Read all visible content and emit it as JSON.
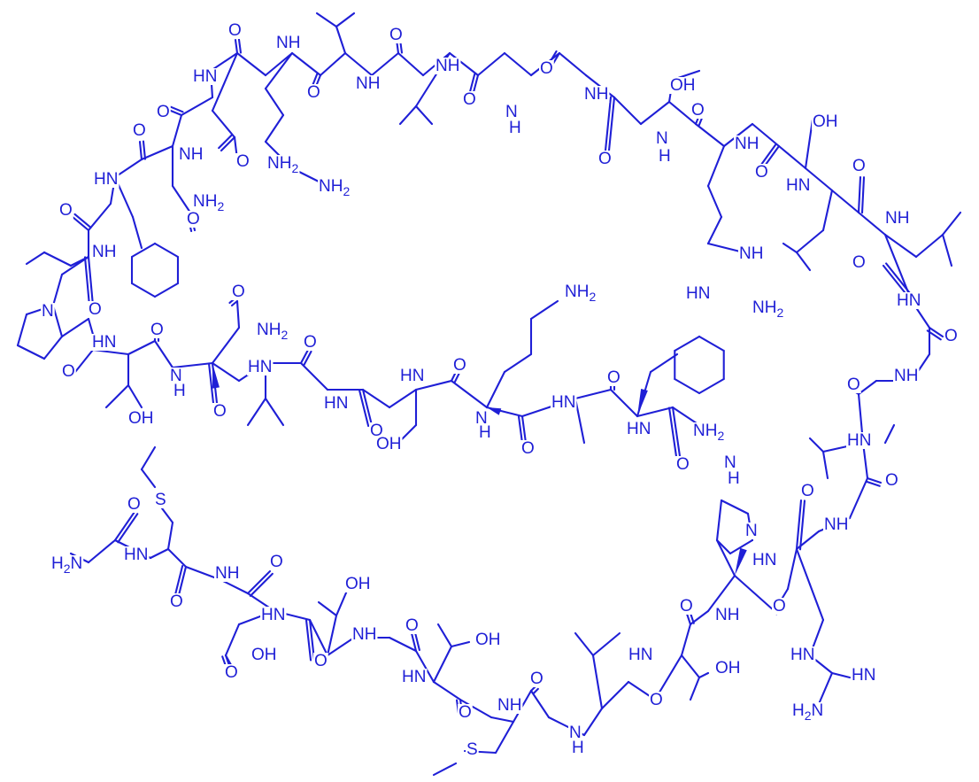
{
  "colors": {
    "structure": "#1f1fd6",
    "background": "#ffffff"
  },
  "molecule": {
    "labels": {
      "o": "O",
      "n": "N",
      "s": "S",
      "nh": "NH",
      "hn": "HN",
      "h": "H",
      "nh2": "NH2",
      "h2n": "H2N",
      "oh": "OH",
      "hnn": "HN"
    }
  }
}
